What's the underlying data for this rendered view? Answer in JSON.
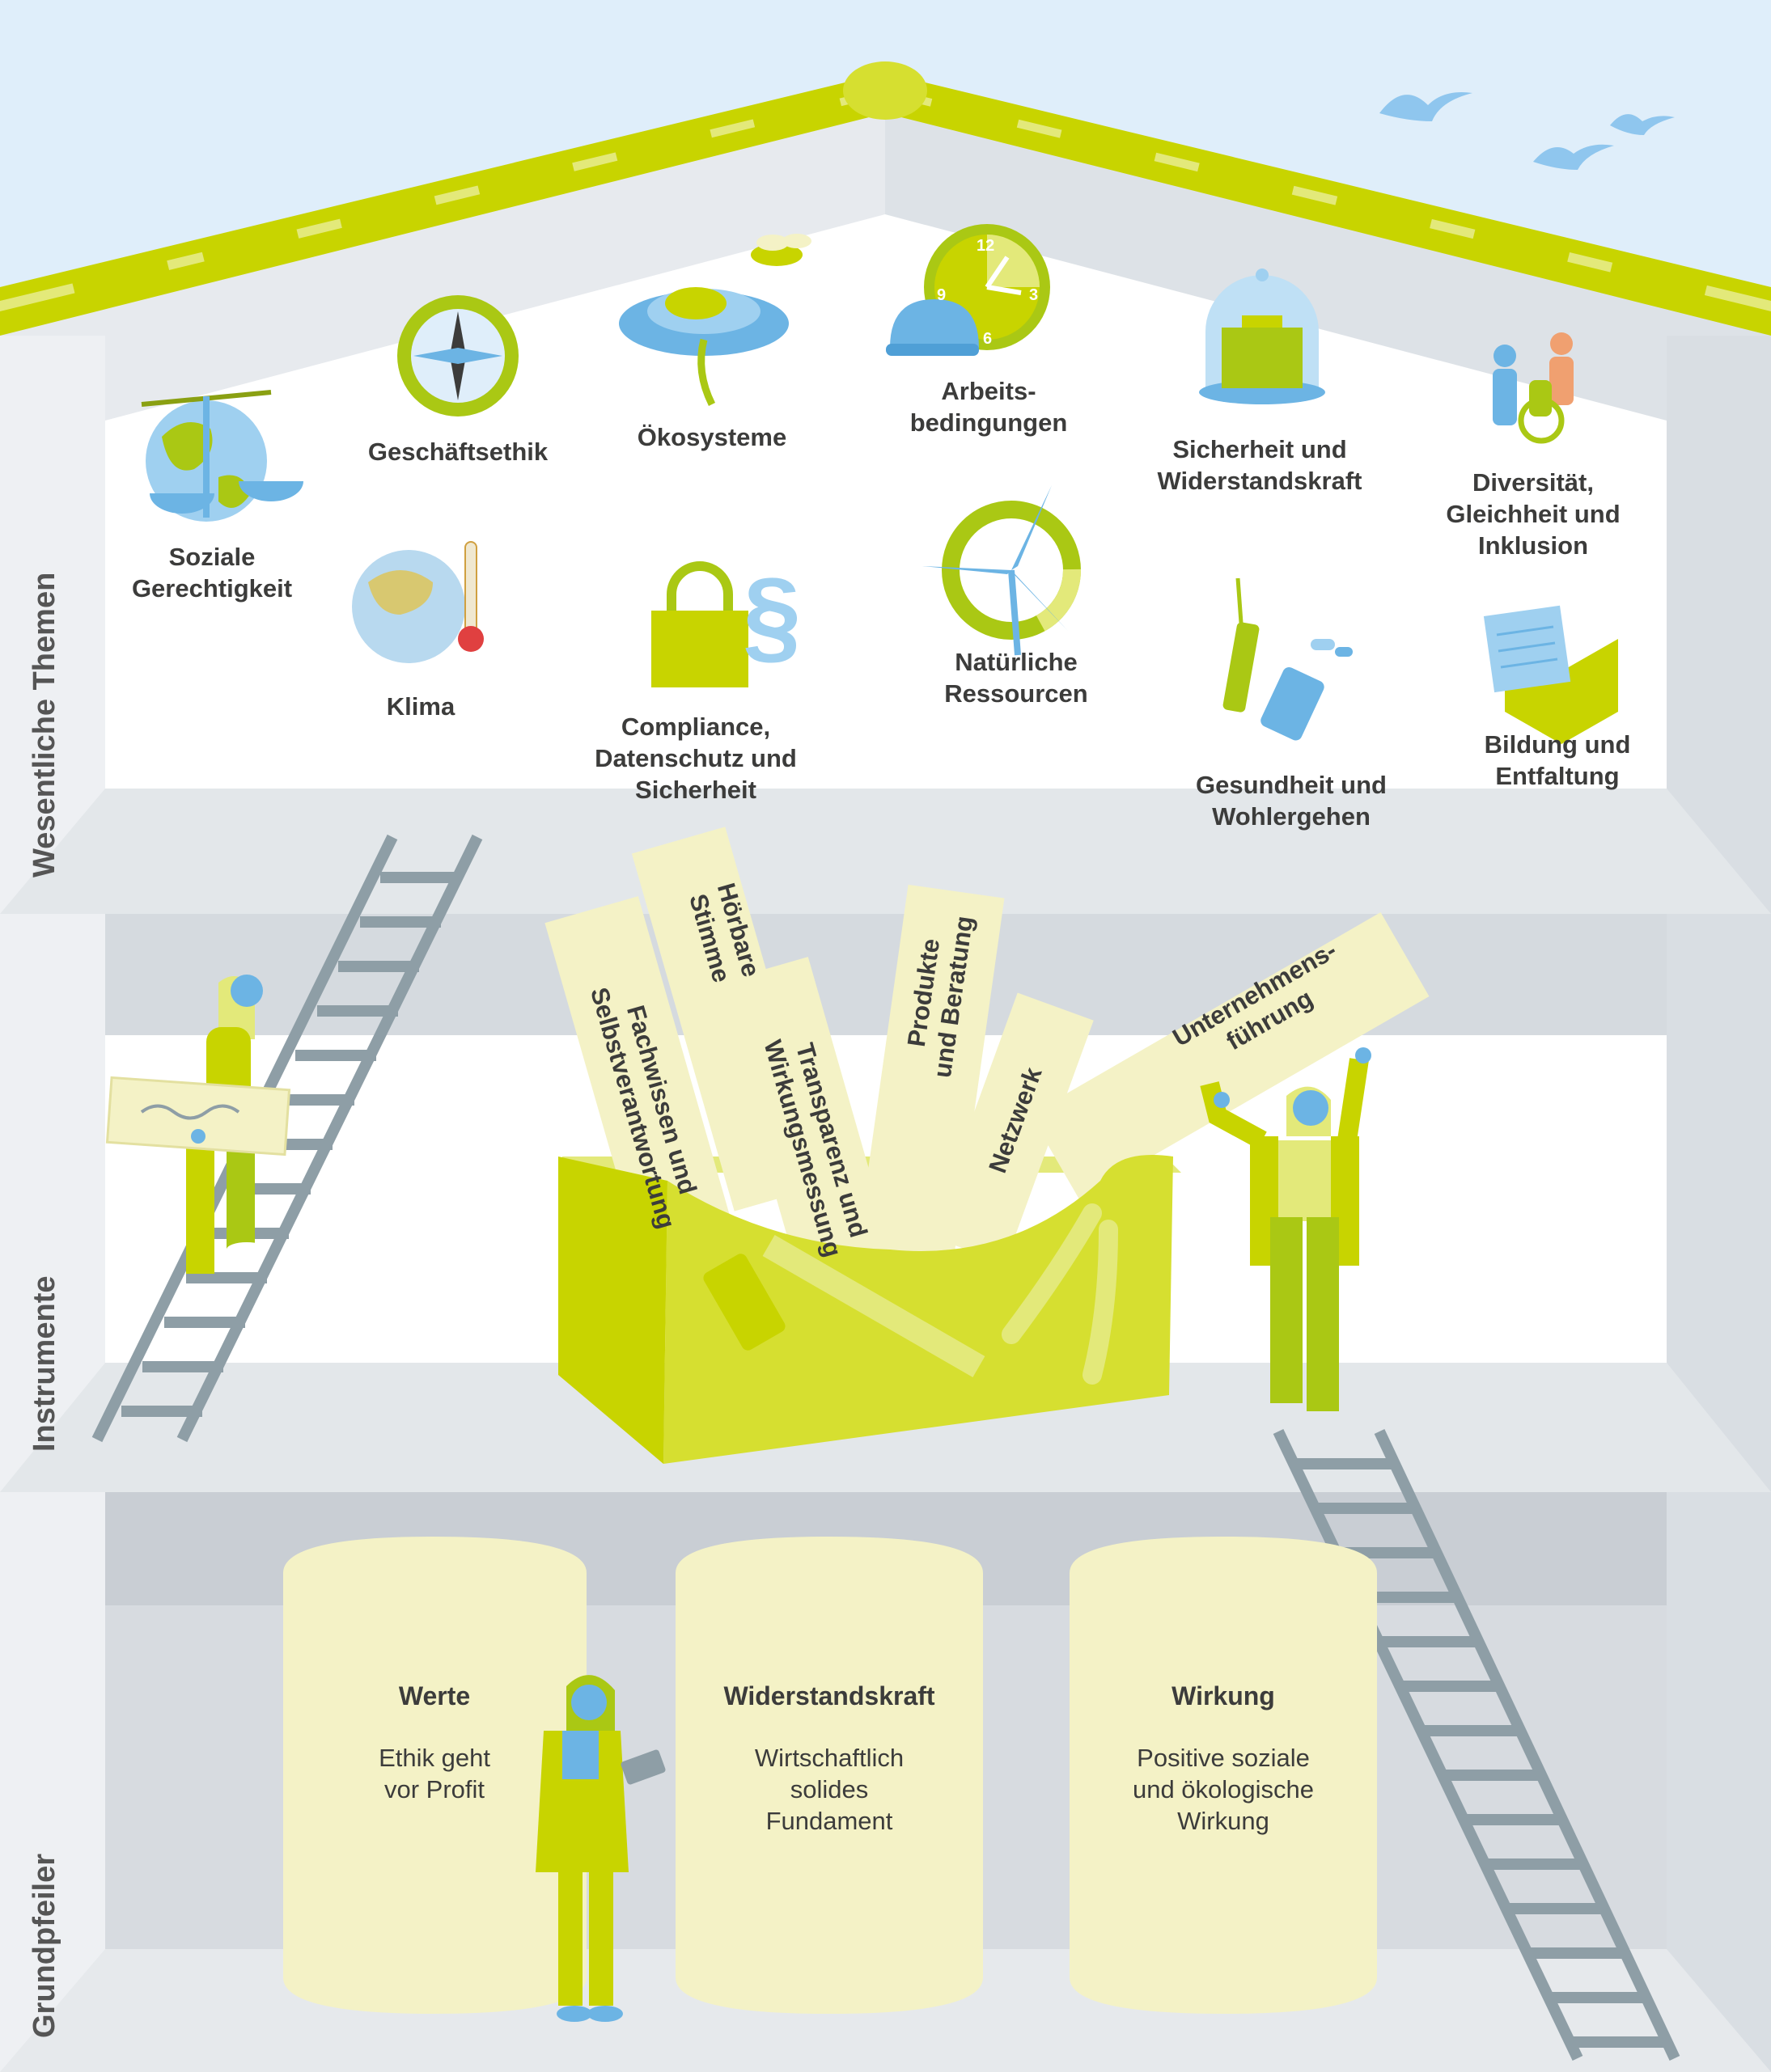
{
  "sections": {
    "top": "Wesentliche Themen",
    "middle": "Instrumente",
    "bottom": "Grundpfeiler"
  },
  "topics": {
    "soziale": "Soziale\nGerechtigkeit",
    "geschaeftsethik": "Geschäftsethik",
    "oekosysteme": "Ökosysteme",
    "arbeit": "Arbeits-\nbedingungen",
    "sicherheit": "Sicherheit und\nWiderstandskraft",
    "diversitaet": "Diversität,\nGleichheit und\nInklusion",
    "klima": "Klima",
    "compliance": "Compliance,\nDatenschutz und\nSicherheit",
    "ressourcen": "Natürliche\nRessourcen",
    "gesundheit": "Gesundheit und\nWohlergehen",
    "bildung": "Bildung und\nEntfaltung"
  },
  "instruments": {
    "fachwissen": "Fachwissen und\nSelbstverantwortung",
    "stimme": "Hörbare\nStimme",
    "transparenz": "Transparenz und\nWirkungsmessung",
    "produkte": "Produkte\nund Beratung",
    "netzwerk": "Netzwerk",
    "fuehrung": "Unternehmens-\nführung"
  },
  "pillars": [
    {
      "title": "Werte",
      "text": "Ethik geht\nvor Profit"
    },
    {
      "title": "Widerstandskraft",
      "text": "Wirtschaftlich\nsolides\nFundament"
    },
    {
      "title": "Wirkung",
      "text": "Positive soziale\nund ökologische\nWirkung"
    }
  ],
  "clock": {
    "n12": "12",
    "n3": "3",
    "n6": "6",
    "n9": "9"
  },
  "colors": {
    "lime": "#c8d400",
    "limeLight": "#e3e97a",
    "paper": "#f4f2c6",
    "blue": "#6cb4e4",
    "grey": "#8e9ea6",
    "wall": "#f0f2f4",
    "shelf": "#dde1e5"
  }
}
